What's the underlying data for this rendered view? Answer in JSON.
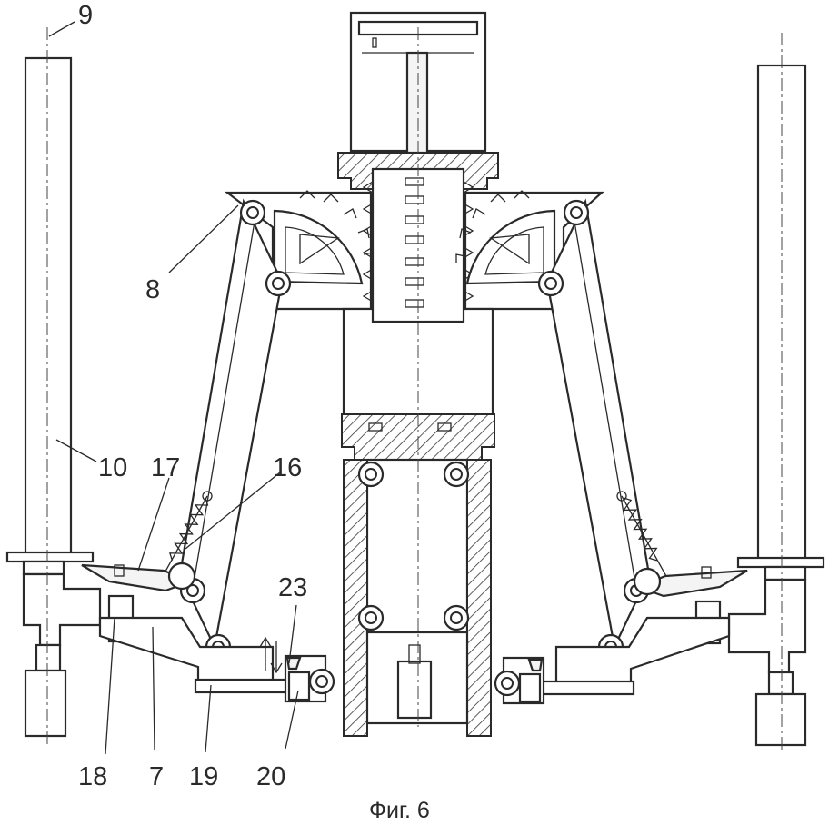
{
  "caption": "Фиг. 6",
  "labels": {
    "l9": "9",
    "l8": "8",
    "l10": "10",
    "l17": "17",
    "l16": "16",
    "l23": "23",
    "l18": "18",
    "l7": "7",
    "l19": "19",
    "l20": "20"
  }
}
